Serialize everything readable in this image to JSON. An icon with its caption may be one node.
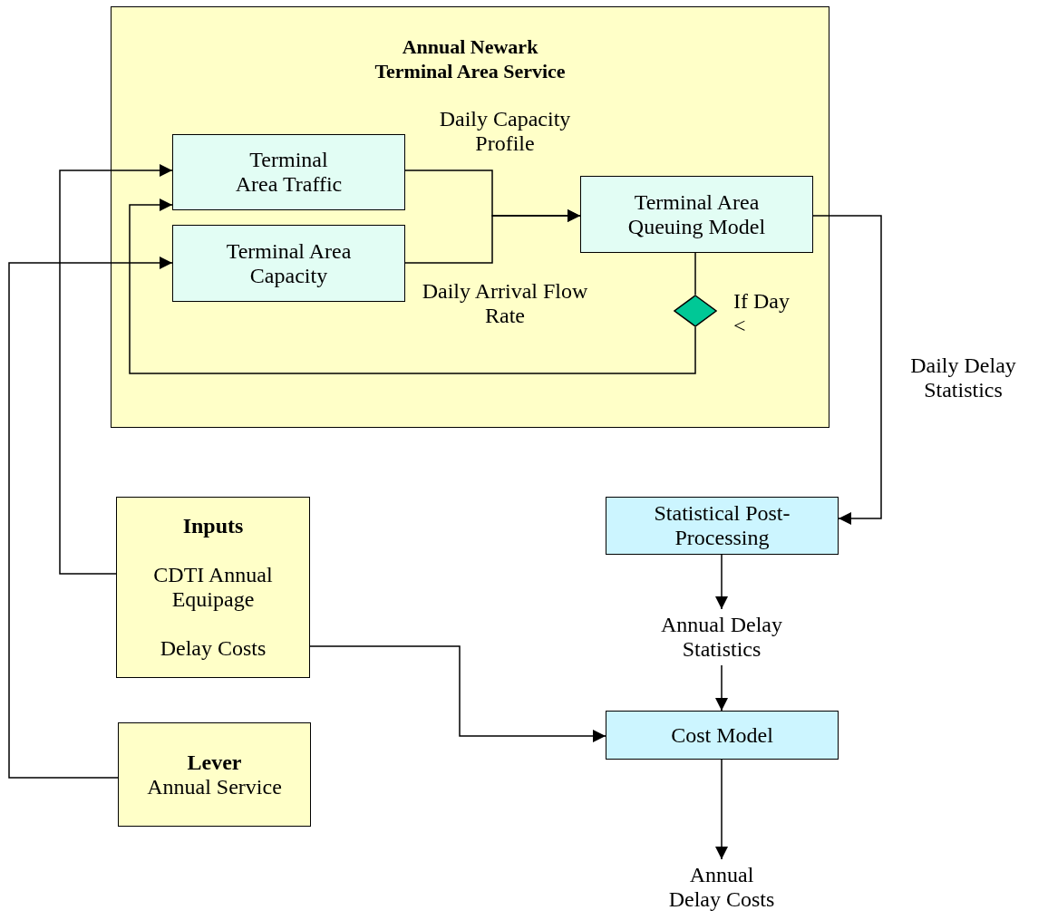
{
  "diagram": {
    "nodes": [
      {
        "text": [
          "Annual Newark Terminal Area Service"
        ]
      },
      {
        "text": [
          "Terminal Area Traffic"
        ],
        "in": 0
      },
      {
        "text": [
          "Terminal Area Capacity"
        ],
        "in": 0
      },
      {
        "text": [
          "Terminal Area Queuing Model"
        ],
        "in": 0
      },
      {
        "text": [],
        "shape": "diamond",
        "in": 0,
        "beside": [
          "If Day <"
        ]
      },
      {
        "text": [
          "Inputs",
          "CDTI Annual Equipage",
          "Delay Costs"
        ]
      },
      {
        "text": [
          "Lever",
          "Annual Service"
        ]
      },
      {
        "text": [
          "Statistical Post-Processing"
        ]
      },
      {
        "text": [
          "Annual Delay Statistics"
        ]
      },
      {
        "text": [
          "Cost Model"
        ]
      },
      {
        "text": [
          "Annual Delay Costs"
        ]
      }
    ],
    "edges": [
      {
        "from": 1,
        "to": 3,
        "arrow": "to",
        "label": "Daily Capacity Profile"
      },
      {
        "from": 2,
        "to": 3,
        "arrow": "to",
        "label": "Daily Arrival Flow Rate"
      },
      {
        "from": 3,
        "to": 4,
        "arrow": "none"
      },
      {
        "from": 4,
        "to": 1,
        "arrow": "to"
      },
      {
        "from": 3,
        "to": 7,
        "arrow": "to",
        "label": "Daily Delay Statistics"
      },
      {
        "from": 5,
        "to": 1,
        "arrow": "to"
      },
      {
        "from": 6,
        "to": 2,
        "arrow": "to"
      },
      {
        "from": 5,
        "to": 9,
        "arrow": "to"
      },
      {
        "from": 7,
        "to": 8,
        "arrow": "to"
      },
      {
        "from": 8,
        "to": 9,
        "arrow": "to"
      },
      {
        "from": 9,
        "to": 10,
        "arrow": "to"
      }
    ]
  }
}
